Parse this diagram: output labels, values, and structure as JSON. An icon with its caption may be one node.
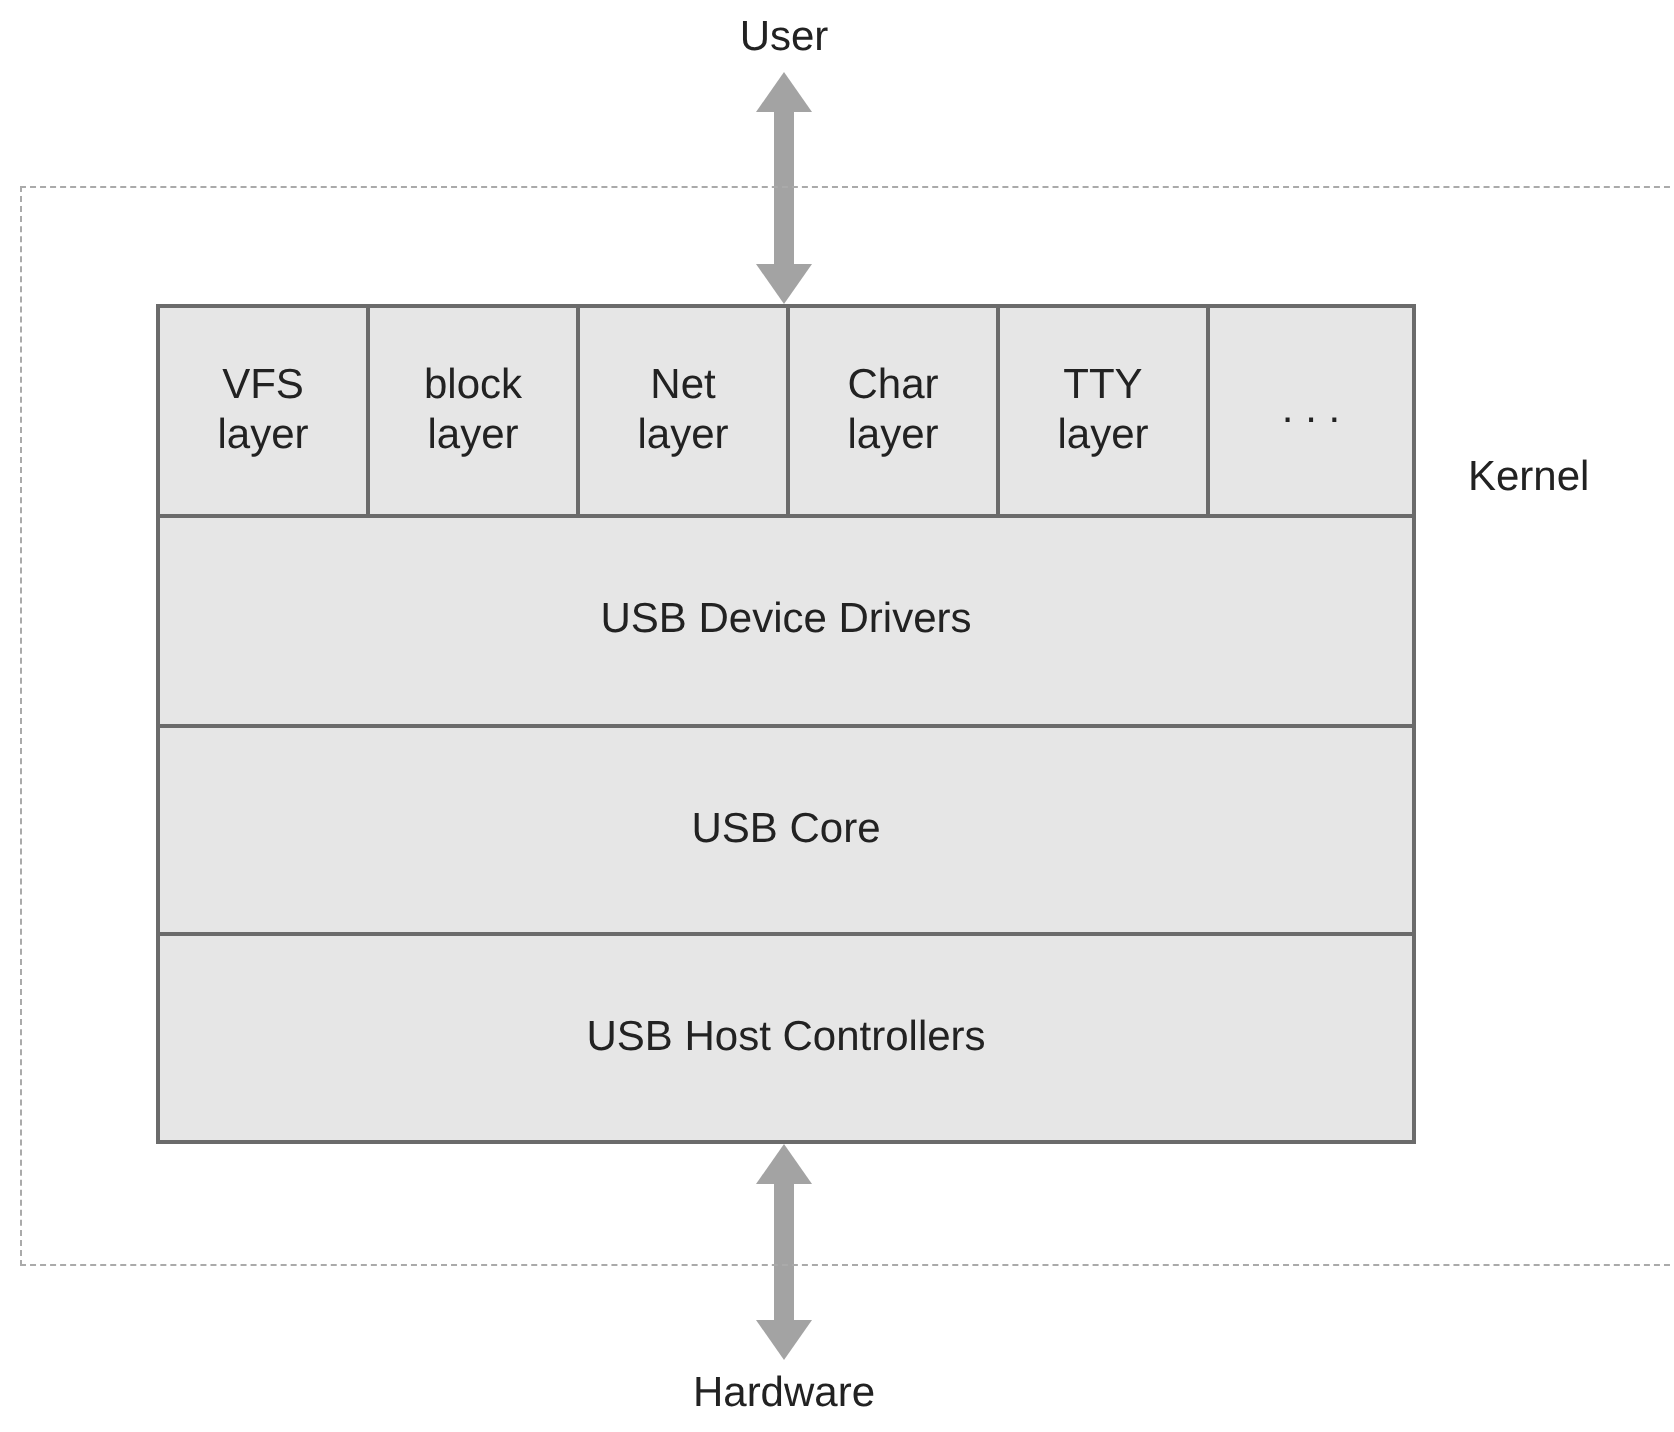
{
  "diagram": {
    "nodes": [
      {
        "text": [
          "User"
        ]
      },
      {
        "text": [
          "Kernel"
        ]
      },
      {
        "text": [],
        "shape": "box",
        "in": 1
      },
      {
        "text": [
          "VFS layer"
        ],
        "in": 2
      },
      {
        "text": [
          "block layer"
        ],
        "in": 2
      },
      {
        "text": [
          "Net layer"
        ],
        "in": 2
      },
      {
        "text": [
          "Char layer"
        ],
        "in": 2
      },
      {
        "text": [
          "TTY layer"
        ],
        "in": 2
      },
      {
        "text": [
          ". . ."
        ],
        "in": 2
      },
      {
        "text": [
          "USB Device Drivers"
        ],
        "in": 2
      },
      {
        "text": [
          "USB Core"
        ],
        "in": 2
      },
      {
        "text": [
          "USB Host Controllers"
        ],
        "in": 2
      },
      {
        "text": [
          "Hardware"
        ]
      }
    ],
    "edges": [
      {
        "from": 0,
        "to": 2,
        "arrow": "both"
      },
      {
        "from": 2,
        "to": 12,
        "arrow": "both"
      }
    ]
  }
}
